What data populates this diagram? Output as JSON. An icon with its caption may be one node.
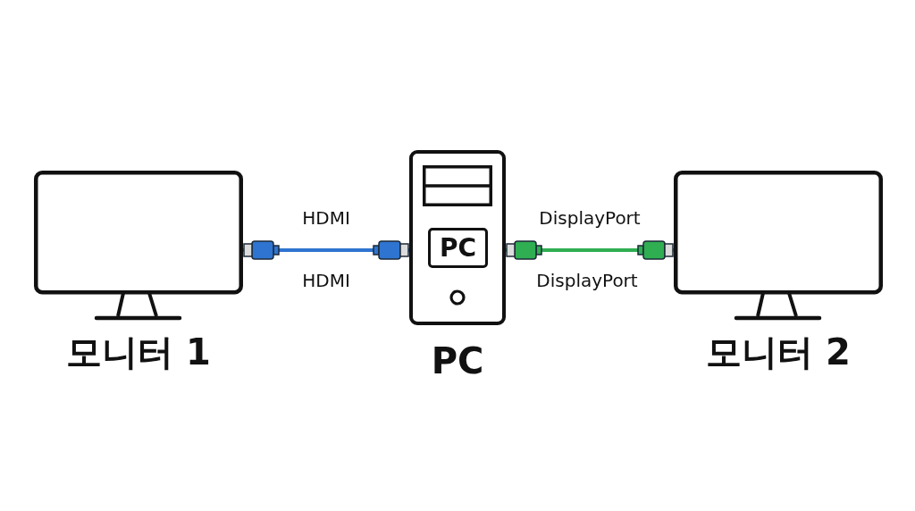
{
  "diagram": {
    "nodes": [
      {
        "text": [
          "모니터 1"
        ]
      },
      {
        "text": [
          "PC"
        ]
      },
      {
        "text": [
          "PC"
        ],
        "in": 1
      },
      {
        "text": [
          "모니터 2"
        ]
      }
    ],
    "edges": [
      {
        "from": 0,
        "to": 1,
        "arrow": "other",
        "label": "HDMI",
        "color": "#2f74d0"
      },
      {
        "from": 1,
        "to": 3,
        "arrow": "other",
        "label": "DisplayPort",
        "color": "#2fae52"
      }
    ],
    "labels": [
      "HDMI",
      "DisplayPort"
    ]
  }
}
